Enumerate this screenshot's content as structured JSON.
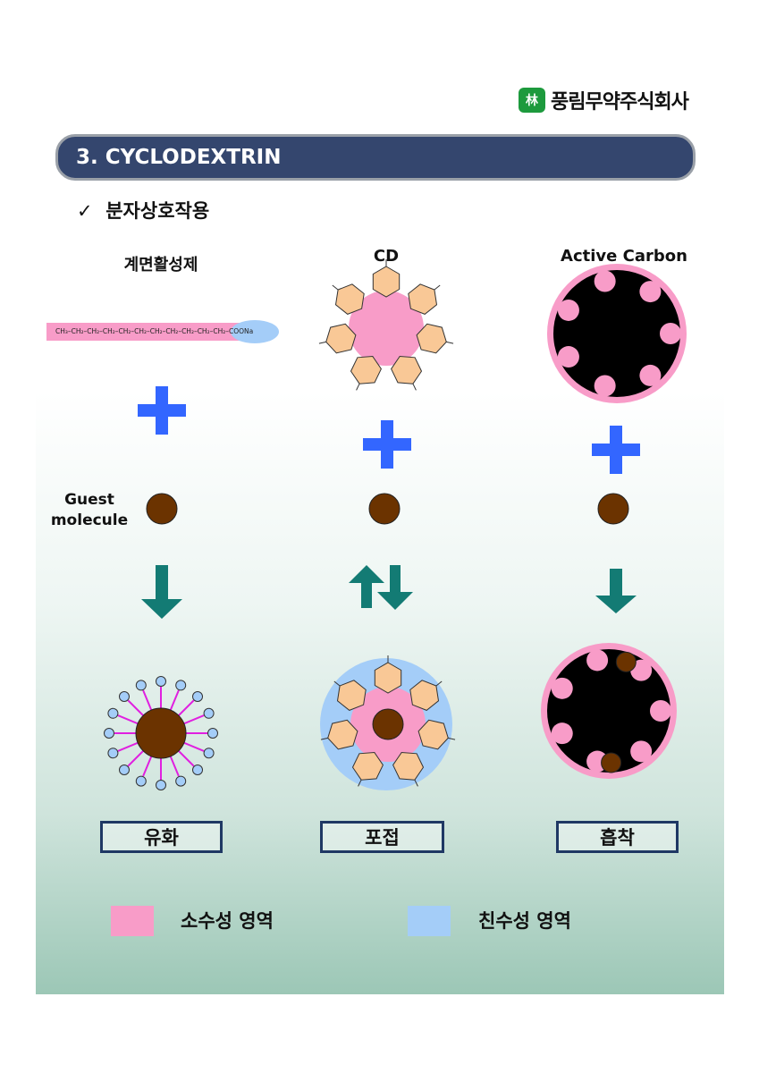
{
  "logo": {
    "company": "풍림무약주식회사",
    "mark": "林"
  },
  "header": {
    "title": "3.  CYCLODEXTRIN"
  },
  "subtitle": {
    "check": "✓",
    "text": "분자상호작용"
  },
  "columns": [
    {
      "label": "계면활성제"
    },
    {
      "label": "CD"
    },
    {
      "label": "Active Carbon"
    }
  ],
  "surfactant_formula": "CH₃–CH₂–CH₂–CH₂–CH₂–CH₂–CH₂–CH₂–CH₂–CH₂–CH₂–COONa",
  "guest_label": "Guest molecule",
  "results": [
    {
      "label": "유화"
    },
    {
      "label": "포접"
    },
    {
      "label": "흡착"
    }
  ],
  "legend": [
    {
      "label": "소수성 영역",
      "color": "#f89cc8"
    },
    {
      "label": "친수성 영역",
      "color": "#a4cdf8"
    }
  ],
  "colors": {
    "header": "#34466e",
    "plus": "#3366ff",
    "arrow": "#137b74",
    "guest": "#6b3300",
    "hex": "#f9c896"
  }
}
